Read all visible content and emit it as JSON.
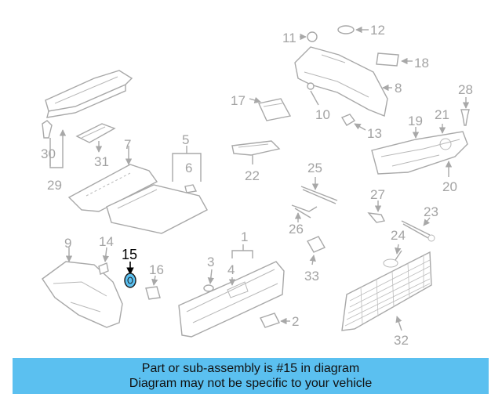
{
  "diagram": {
    "callouts": {
      "c1": "1",
      "c2": "2",
      "c3": "3",
      "c4": "4",
      "c5": "5",
      "c6": "6",
      "c7": "7",
      "c8": "8",
      "c9": "9",
      "c10": "10",
      "c11": "11",
      "c12": "12",
      "c13": "13",
      "c14": "14",
      "c15": "15",
      "c16": "16",
      "c17": "17",
      "c18": "18",
      "c19": "19",
      "c20": "20",
      "c21": "21",
      "c22": "22",
      "c23": "23",
      "c24": "24",
      "c25": "25",
      "c26": "26",
      "c27": "27",
      "c28": "28",
      "c29": "29",
      "c30": "30",
      "c31": "31",
      "c32": "32",
      "c33": "33"
    },
    "highlighted_part": "15",
    "colors": {
      "highlight": "#5bc0f0",
      "parts": "#a8a8a8",
      "labels": "#a3a3a3"
    }
  },
  "banner": {
    "line1": "Part or sub-assembly is #15 in diagram",
    "line2": "Diagram may not be specific to your vehicle"
  }
}
